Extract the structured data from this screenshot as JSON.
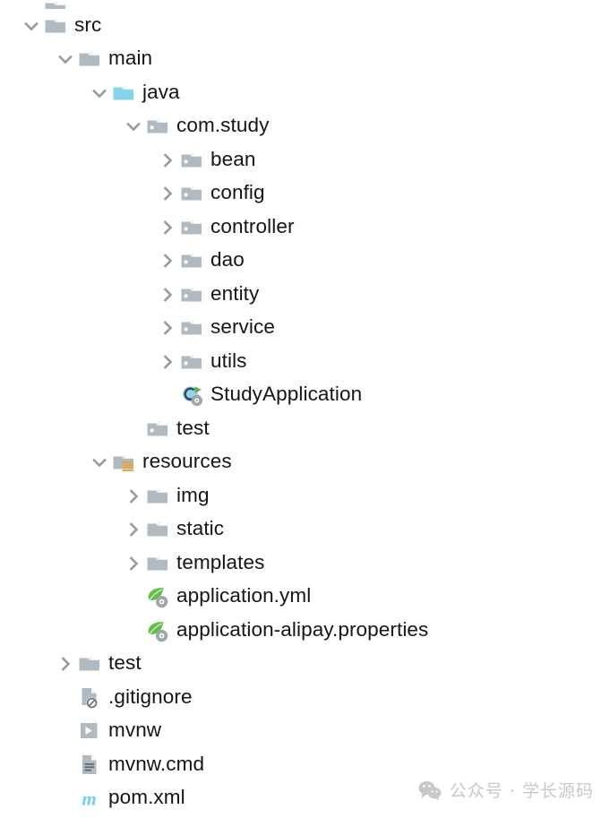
{
  "panel": {
    "name": "project-tree",
    "title": "Project file tree"
  },
  "colors": {
    "text": "#151515",
    "folder_grey": "#AFBAC2",
    "folder_blue": "#86D3EC",
    "chevron": "#9a9a9a",
    "resource_badge_orange": "#E8A33D",
    "class_blue": "#59B7DE",
    "run_green": "#5FB14E",
    "gear_grey": "#9EA6AC",
    "leaf_green": "#63BE4A",
    "maven_blue": "#6DCFF6",
    "file_grey": "#AFBAC2",
    "watermark": "#c8c8c8",
    "background": "#FFFFFF"
  },
  "tree": [
    {
      "label": "",
      "depth": 0,
      "icon": "folder-grey",
      "twisty": "none",
      "clipped": true
    },
    {
      "label": "src",
      "depth": 0,
      "icon": "folder-grey",
      "twisty": "expanded",
      "clipped": false
    },
    {
      "label": "main",
      "depth": 1,
      "icon": "folder-grey",
      "twisty": "expanded",
      "clipped": false
    },
    {
      "label": "java",
      "depth": 2,
      "icon": "folder-blue",
      "twisty": "expanded",
      "clipped": false
    },
    {
      "label": "com.study",
      "depth": 3,
      "icon": "package",
      "twisty": "expanded",
      "clipped": false
    },
    {
      "label": "bean",
      "depth": 4,
      "icon": "package",
      "twisty": "collapsed",
      "clipped": false
    },
    {
      "label": "config",
      "depth": 4,
      "icon": "package",
      "twisty": "collapsed",
      "clipped": false
    },
    {
      "label": "controller",
      "depth": 4,
      "icon": "package",
      "twisty": "collapsed",
      "clipped": false
    },
    {
      "label": "dao",
      "depth": 4,
      "icon": "package",
      "twisty": "collapsed",
      "clipped": false
    },
    {
      "label": "entity",
      "depth": 4,
      "icon": "package",
      "twisty": "collapsed",
      "clipped": false
    },
    {
      "label": "service",
      "depth": 4,
      "icon": "package",
      "twisty": "collapsed",
      "clipped": false
    },
    {
      "label": "utils",
      "depth": 4,
      "icon": "package",
      "twisty": "collapsed",
      "clipped": false
    },
    {
      "label": "StudyApplication",
      "depth": 4,
      "icon": "spring-boot-class",
      "twisty": "none",
      "clipped": false
    },
    {
      "label": "test",
      "depth": 3,
      "icon": "package",
      "twisty": "none",
      "clipped": false
    },
    {
      "label": "resources",
      "depth": 2,
      "icon": "folder-resources",
      "twisty": "expanded",
      "clipped": false
    },
    {
      "label": "img",
      "depth": 3,
      "icon": "folder-grey",
      "twisty": "collapsed",
      "clipped": false
    },
    {
      "label": "static",
      "depth": 3,
      "icon": "folder-grey",
      "twisty": "collapsed",
      "clipped": false
    },
    {
      "label": "templates",
      "depth": 3,
      "icon": "folder-grey",
      "twisty": "collapsed",
      "clipped": false
    },
    {
      "label": "application.yml",
      "depth": 3,
      "icon": "spring-config",
      "twisty": "none",
      "clipped": false
    },
    {
      "label": "application-alipay.properties",
      "depth": 3,
      "icon": "spring-config",
      "twisty": "none",
      "clipped": false
    },
    {
      "label": "test",
      "depth": 1,
      "icon": "folder-grey",
      "twisty": "collapsed",
      "clipped": false
    },
    {
      "label": ".gitignore",
      "depth": 1,
      "icon": "gitignore-file",
      "twisty": "none",
      "clipped": false
    },
    {
      "label": "mvnw",
      "depth": 1,
      "icon": "script-file",
      "twisty": "none",
      "clipped": false
    },
    {
      "label": "mvnw.cmd",
      "depth": 1,
      "icon": "text-file",
      "twisty": "none",
      "clipped": false
    },
    {
      "label": "pom.xml",
      "depth": 1,
      "icon": "maven-file",
      "twisty": "none",
      "clipped": false
    }
  ],
  "watermark": {
    "icon": "wechat-icon",
    "text": "公众号 · 学长源码"
  }
}
